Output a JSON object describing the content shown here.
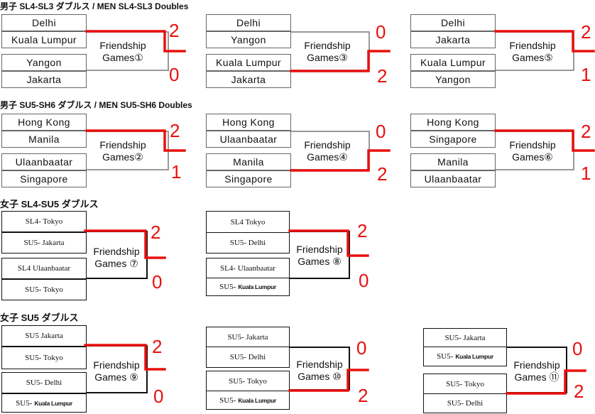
{
  "sections": [
    {
      "title": "男子 SL4-SL3 ダブルス / MEN SL4-SL3 Doubles"
    },
    {
      "title": "男子 SU5-SH6 ダブルス / MEN SU5-SH6 Doubles"
    },
    {
      "title": "女子 SL4-SU5 ダブルス"
    },
    {
      "title": "女子 SU5 ダブルス"
    }
  ],
  "matches": [
    {
      "game_line1": "Friendship",
      "game_line2": "Games①",
      "top": [
        "Delhi",
        "Kuala Lumpur"
      ],
      "bottom": [
        "Yangon",
        "Jakarta"
      ],
      "score_top": "2",
      "score_bottom": "0",
      "winner": "top"
    },
    {
      "game_line1": "Friendship",
      "game_line2": "Games③",
      "top": [
        "Delhi",
        "Yangon"
      ],
      "bottom": [
        "Kuala Lumpur",
        "Jakarta"
      ],
      "score_top": "0",
      "score_bottom": "2",
      "winner": "bottom"
    },
    {
      "game_line1": "Friendship",
      "game_line2": "Games⑤",
      "top": [
        "Delhi",
        "Jakarta"
      ],
      "bottom": [
        "Kuala Lumpur",
        "Yangon"
      ],
      "score_top": "2",
      "score_bottom": "1",
      "winner": "top"
    },
    {
      "game_line1": "Friendship",
      "game_line2": "Games②",
      "top": [
        "Hong Kong",
        "Manila"
      ],
      "bottom": [
        "Ulaanbaatar",
        "Singapore"
      ],
      "score_top": "2",
      "score_bottom": "1",
      "winner": "top"
    },
    {
      "game_line1": "Friendship",
      "game_line2": "Games④",
      "top": [
        "Hong Kong",
        "Ulaanbaatar"
      ],
      "bottom": [
        "Manila",
        "Singapore"
      ],
      "score_top": "0",
      "score_bottom": "2",
      "winner": "bottom"
    },
    {
      "game_line1": "Friendship",
      "game_line2": "Games⑥",
      "top": [
        "Hong Kong",
        "Singapore"
      ],
      "bottom": [
        "Manila",
        "Ulaanbaatar"
      ],
      "score_top": "2",
      "score_bottom": "1",
      "winner": "top"
    },
    {
      "game_line1": "Friendship",
      "game_line2": "Games ⑦",
      "top": [
        "SL4- Tokyo",
        "SU5- Jakarta"
      ],
      "bottom": [
        "SL4 Ulaanbaatar",
        "SU5- Tokyo"
      ],
      "score_top": "2",
      "score_bottom": "0",
      "winner": "top"
    },
    {
      "game_line1": "Friendship",
      "game_line2": "Games ⑧",
      "top": [
        "SL4 Tokyo",
        "SU5- Delhi"
      ],
      "bottom": [
        "SL4- Ulaanbaatar",
        "SU5-"
      ],
      "bottom2_small": "Kuala Lumpur",
      "score_top": "2",
      "score_bottom": "0",
      "winner": "top"
    },
    {
      "game_line1": "Friendship",
      "game_line2": "Games ⑨",
      "top": [
        "SU5 Jakarta",
        "SU5- Tokyo"
      ],
      "bottom": [
        "SU5- Delhi",
        "SU5-"
      ],
      "bottom2_small": "Kuala Lumpur",
      "score_top": "2",
      "score_bottom": "0",
      "winner": "top"
    },
    {
      "game_line1": "Friendship",
      "game_line2": "Games ⑩",
      "top": [
        "SU5- Jakarta",
        "SU5- Delhi"
      ],
      "bottom": [
        "SU5- Tokyo",
        "SU5-"
      ],
      "bottom2_small": "Kuala Lumpur",
      "score_top": "0",
      "score_bottom": "2",
      "winner": "bottom"
    },
    {
      "game_line1": "Friendship",
      "game_line2": "Games ⑪",
      "top": [
        "SU5- Jakarta",
        "SU5-"
      ],
      "top2_small": "Kuala Lumpur",
      "bottom": [
        "SU5- Tokyo",
        "SU5- Delhi"
      ],
      "score_top": "0",
      "score_bottom": "2",
      "winner": "bottom"
    }
  ],
  "colors": {
    "win_line": "#e8100f",
    "score": "#e8100f",
    "connector_men": "#999999",
    "connector_women": "#111111"
  }
}
